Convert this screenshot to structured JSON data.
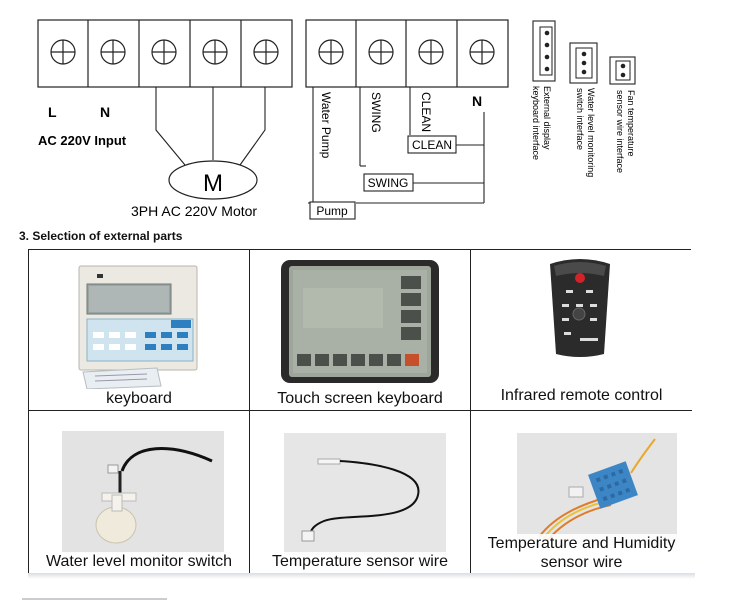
{
  "wiring": {
    "left_labels": {
      "l": "L",
      "n": "N",
      "input": "AC 220V Input"
    },
    "motor": {
      "symbol": "M",
      "caption": "3PH  AC 220V  Motor"
    },
    "right_terminals": [
      "Water Pump",
      "SWING",
      "CLEAN",
      "N"
    ],
    "component_boxes": {
      "clean": "CLEAN",
      "swing": "SWING",
      "pump": "Pump"
    },
    "connectors": [
      {
        "line1": "External display",
        "line2": "keyboard interface"
      },
      {
        "line1": "Water level monitoring",
        "line2": "switch interface"
      },
      {
        "line1": "Fan temperature",
        "line2": "sensor wire interface"
      }
    ]
  },
  "section_title": "3. Selection of external parts",
  "parts": [
    {
      "caption": "keyboard",
      "image": "wall-keyboard-photo"
    },
    {
      "caption": "Touch screen keyboard",
      "image": "touch-screen-photo"
    },
    {
      "caption": "Infrared remote control",
      "image": "remote-control-photo"
    },
    {
      "caption": "Water level monitor switch",
      "image": "float-switch-photo"
    },
    {
      "caption": "Temperature sensor wire",
      "image": "temperature-sensor-photo"
    },
    {
      "caption": "Temperature and Humidity sensor wire",
      "image": "humidity-sensor-photo"
    }
  ],
  "colors": {
    "line": "#222222",
    "photo_bg": "#e6e6e6",
    "sensor_blue": "#3d86c6",
    "remote_red": "#d2232a"
  }
}
